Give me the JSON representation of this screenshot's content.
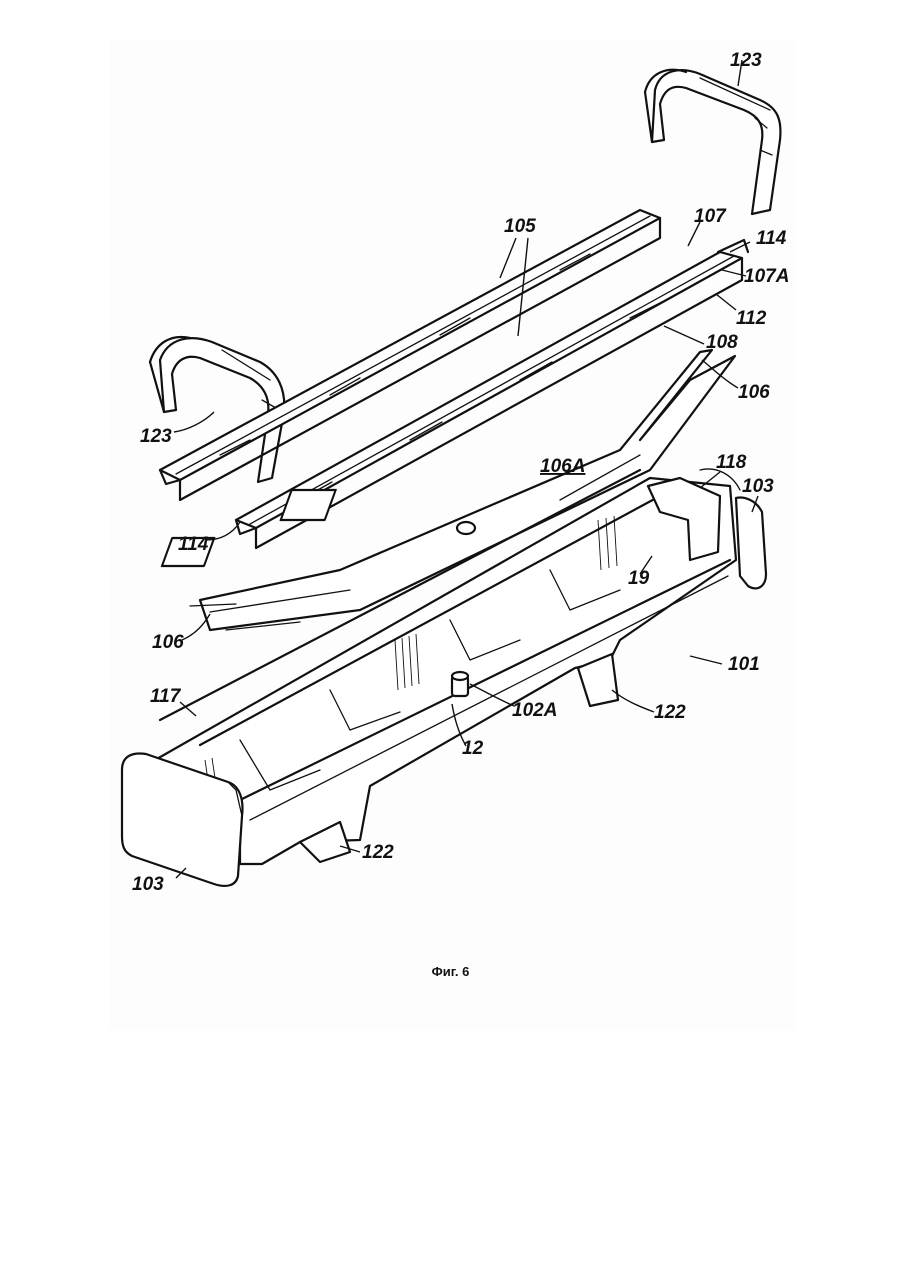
{
  "figure": {
    "caption": "Фиг. 6",
    "labels": {
      "l123_top": "123",
      "l105": "105",
      "l107": "107",
      "l114_top": "114",
      "l107A": "107A",
      "l112": "112",
      "l108": "108",
      "l106_right": "106",
      "l123_left": "123",
      "l106A": "106A",
      "l118": "118",
      "l103_right": "103",
      "l114_left": "114",
      "l19": "19",
      "l106_left": "106",
      "l101": "101",
      "l117": "117",
      "l102A": "102A",
      "l122_right": "122",
      "l12": "12",
      "l122_bottom": "122",
      "l103_left": "103"
    }
  }
}
